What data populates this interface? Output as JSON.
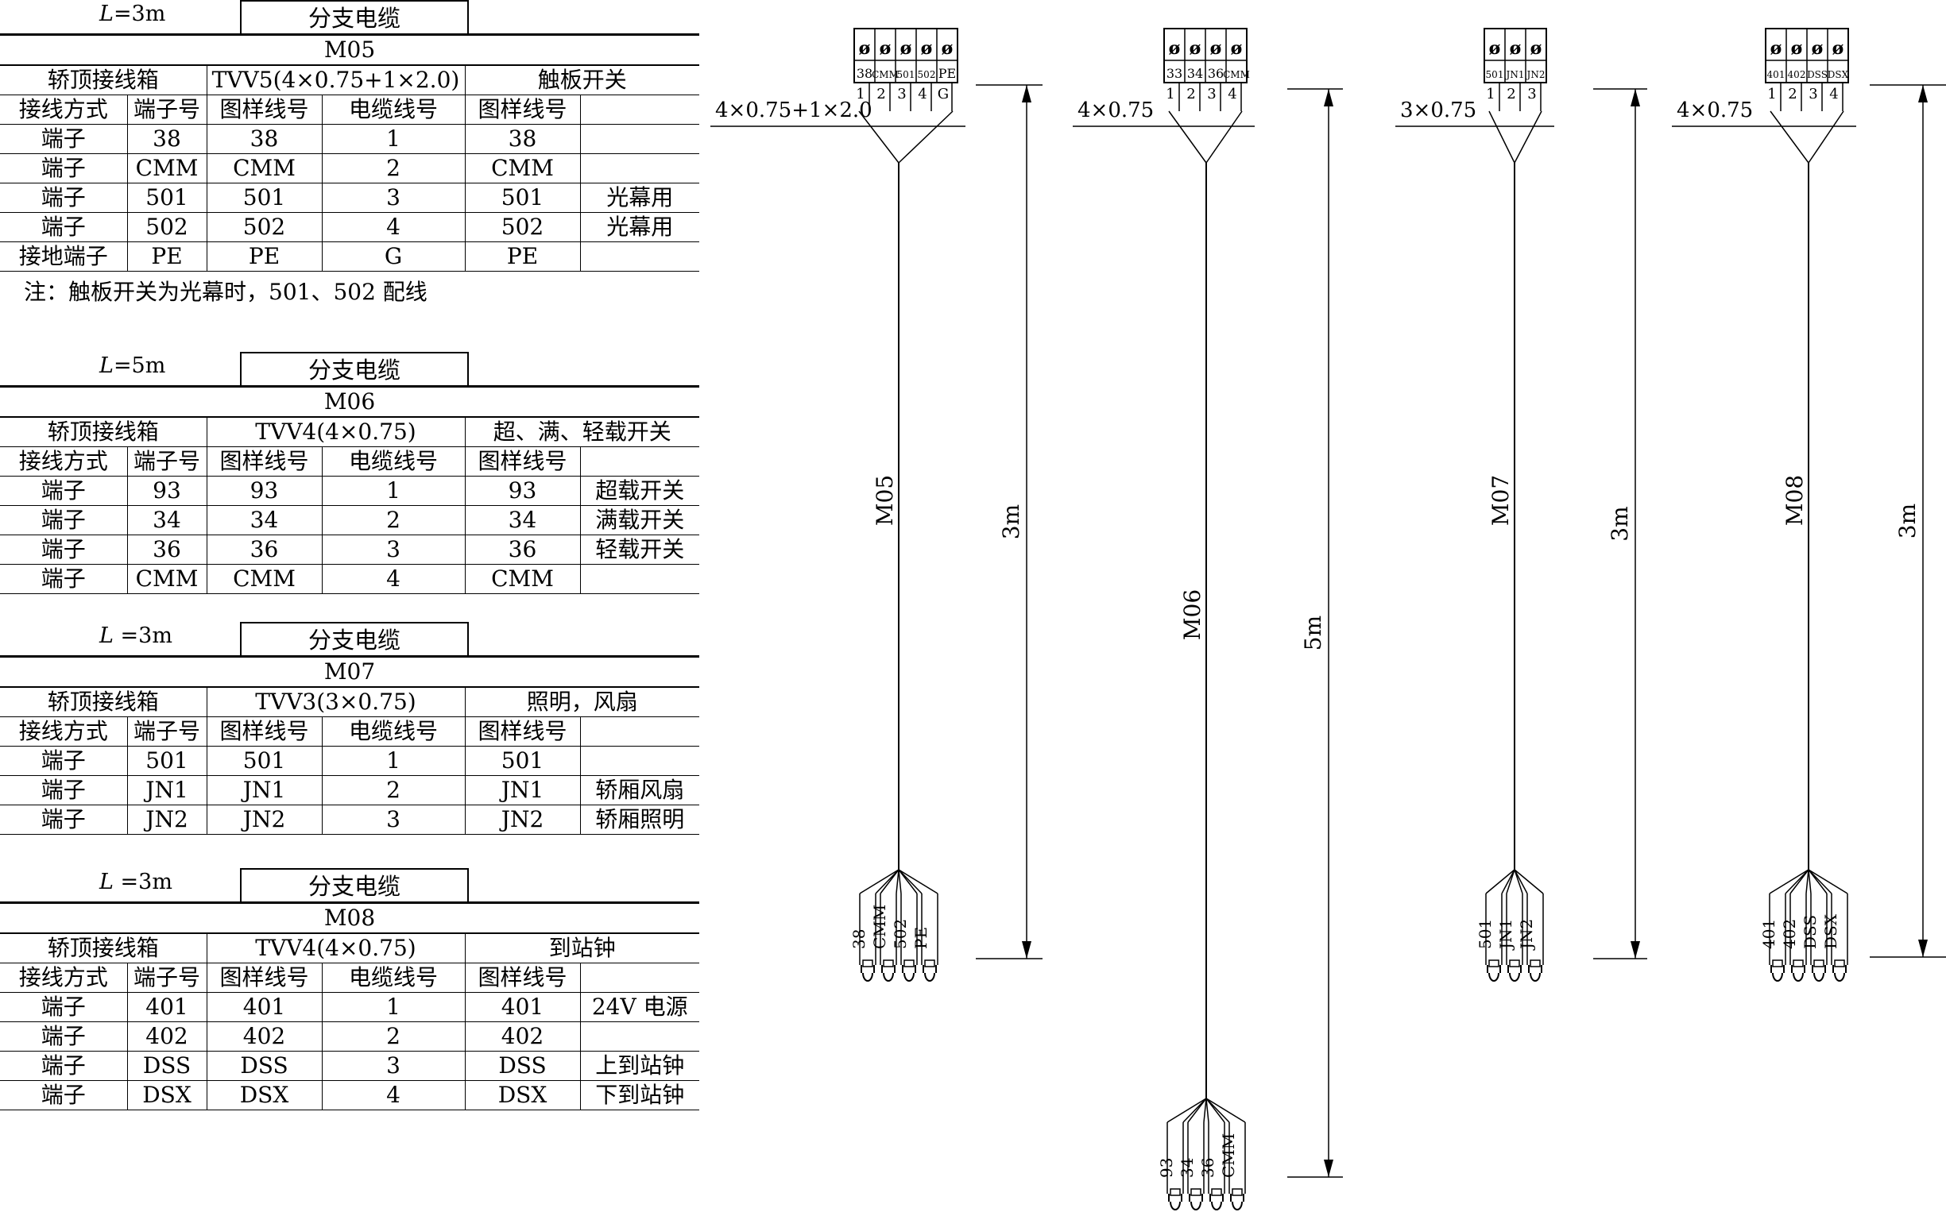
{
  "tables": [
    {
      "length": "=3m",
      "title": "分支电缆",
      "code": "M05",
      "groups": [
        "轿顶接线箱",
        "TVV5(4×0.75+1×2.0)",
        "触板开关"
      ],
      "headers": [
        "接线方式",
        "端子号",
        "图样线号",
        "电缆线号",
        "图样线号",
        ""
      ],
      "rows": [
        [
          "端子",
          "38",
          "38",
          "1",
          "38",
          ""
        ],
        [
          "端子",
          "CMM",
          "CMM",
          "2",
          "CMM",
          ""
        ],
        [
          "端子",
          "501",
          "501",
          "3",
          "501",
          "光幕用"
        ],
        [
          "端子",
          "502",
          "502",
          "4",
          "502",
          "光幕用"
        ],
        [
          "接地端子",
          "PE",
          "PE",
          "G",
          "PE",
          ""
        ]
      ],
      "note": "注：触板开关为光幕时，501、502 配线"
    },
    {
      "length": "=5m",
      "title": "分支电缆",
      "code": "M06",
      "groups": [
        "轿顶接线箱",
        "TVV4(4×0.75)",
        "超、满、轻载开关"
      ],
      "headers": [
        "接线方式",
        "端子号",
        "图样线号",
        "电缆线号",
        "图样线号",
        ""
      ],
      "rows": [
        [
          "端子",
          "93",
          "93",
          "1",
          "93",
          "超载开关"
        ],
        [
          "端子",
          "34",
          "34",
          "2",
          "34",
          "满载开关"
        ],
        [
          "端子",
          "36",
          "36",
          "3",
          "36",
          "轻载开关"
        ],
        [
          "端子",
          "CMM",
          "CMM",
          "4",
          "CMM",
          ""
        ]
      ],
      "note": ""
    },
    {
      "length": " =3m",
      "title": "分支电缆",
      "code": "M07",
      "groups": [
        "轿顶接线箱",
        "TVV3(3×0.75)",
        "照明，风扇"
      ],
      "headers": [
        "接线方式",
        "端子号",
        "图样线号",
        "电缆线号",
        "图样线号",
        ""
      ],
      "rows": [
        [
          "端子",
          "501",
          "501",
          "1",
          "501",
          ""
        ],
        [
          "端子",
          "JN1",
          "JN1",
          "2",
          "JN1",
          "轿厢风扇"
        ],
        [
          "端子",
          "JN2",
          "JN2",
          "3",
          "JN2",
          "轿厢照明"
        ]
      ],
      "note": ""
    },
    {
      "length": " =3m",
      "title": "分支电缆",
      "code": "M08",
      "groups": [
        "轿顶接线箱",
        "TVV4(4×0.75)",
        "到站钟"
      ],
      "headers": [
        "接线方式",
        "端子号",
        "图样线号",
        "电缆线号",
        "图样线号",
        ""
      ],
      "rows": [
        [
          "端子",
          "401",
          "401",
          "1",
          "401",
          "24V 电源"
        ],
        [
          "端子",
          "402",
          "402",
          "2",
          "402",
          ""
        ],
        [
          "端子",
          "DSS",
          "DSS",
          "3",
          "DSS",
          "上到站钟"
        ],
        [
          "端子",
          "DSX",
          "DSX",
          "4",
          "DSX",
          "下到站钟"
        ]
      ],
      "note": ""
    }
  ],
  "cables": [
    {
      "code": "M05",
      "spec": "4×0.75+1×2.0",
      "terminals": [
        "38",
        "CMM",
        "501",
        "502",
        "PE"
      ],
      "numbers": [
        "1",
        "2",
        "3",
        "4",
        "G"
      ],
      "ends": [
        "38",
        "CMM",
        "502",
        "PE"
      ],
      "length": "3m"
    },
    {
      "code": "M06",
      "spec": "4×0.75",
      "terminals": [
        "33",
        "34",
        "36",
        "CMM"
      ],
      "numbers": [
        "1",
        "2",
        "3",
        "4"
      ],
      "ends": [
        "93",
        "34",
        "36",
        "CMM"
      ],
      "length": "5m"
    },
    {
      "code": "M07",
      "spec": "3×0.75",
      "terminals": [
        "501",
        "JN1",
        "JN2"
      ],
      "numbers": [
        "1",
        "2",
        "3"
      ],
      "ends": [
        "501",
        "JN1",
        "JN2"
      ],
      "length": "3m"
    },
    {
      "code": "M08",
      "spec": "4×0.75",
      "terminals": [
        "401",
        "402",
        "DSS",
        "DSX"
      ],
      "numbers": [
        "1",
        "2",
        "3",
        "4"
      ],
      "ends": [
        "401",
        "402",
        "DSS",
        "DSX"
      ],
      "length": "3m"
    }
  ],
  "symbols": {
    "terminal_screw": "ø"
  },
  "colors": {
    "ink": "#000000",
    "paper": "#ffffff"
  }
}
